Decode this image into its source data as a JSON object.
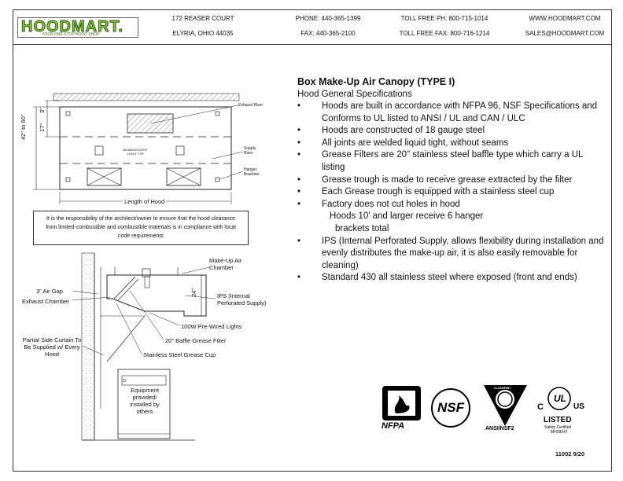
{
  "header": {
    "logo_text": "HOODMART.",
    "logo_tagline": "YOUR ONE STOP HOOD SHOP",
    "address_line1": "172 REASER COURT",
    "address_line2": "ELYRIA, OHIO 44035",
    "phone": "PHONE: 440-365-1399",
    "fax": "FAX: 440-365-2100",
    "tollfree_ph": "TOLL FREE PH: 800-715-1014",
    "tollfree_fax": "TOLL FREE FAX: 800-716-1214",
    "website": "WWW.HOODMART.COM",
    "email": "SALES@HOODMART.COM"
  },
  "spec": {
    "title": "Box Make-Up Air Canopy (TYPE I)",
    "subtitle": "Hood General Specifications",
    "bullet": "•",
    "items": [
      "Hoods are built in accordance with NFPA 96, NSF Specifications and Conforms to UL listed to ANSI / UL and CAN / ULC",
      "Hoods are constructed of 18 gauge steel",
      "All joints are welded liquid tight, without seams",
      "Grease Filters are 20\" stainless steel baffle type which carry a UL listing",
      "Grease trough is made to receive grease extracted by the filter",
      "Each Grease trough is equipped with a stainless steel cup",
      "Factory does not cut holes in hood",
      "IPS (Internal Perforated Supply, allows flexibility during installation and evenly distributes the make-up air, it is also easily removable for cleaning)",
      "Standard 430 all stainless steel where exposed (front and ends)"
    ],
    "continuation_1": "Hoods 10' and larger receive 6 hanger",
    "continuation_2": "brackets total"
  },
  "plan_view": {
    "dim_top": "3\"",
    "dim_mid": "17\"",
    "dim_height": "42\" to 60\"",
    "length_label": "Length of Hood",
    "exhaust_riser": "Exhaust Riser",
    "supply_riser": "Supply Riser",
    "hanger_brackets": "Hanger Brackets",
    "center_text_1": "INCANDESCENT",
    "center_text_2": "LIGHT TYP."
  },
  "note": "It is the responsibility of the architect/owner to ensure that the hood clearance from limited-combustible and combustible materials is in compliance with local code requirements",
  "section_view": {
    "makeup_air_chamber": "Make-Up Air Chamber",
    "air_gap": "3\" Air Gap",
    "exhaust_chamber": "Exhaust Chamber",
    "dim_24": "24\"",
    "ips": "IPS (Internal Perforated Supply)",
    "lights": "100W Pre-Wired Lights",
    "filter": "20\" Baffle Grease Filter",
    "curtain": "Partial Side Curtain To Be Supplied w/ Every Hood",
    "cup": "Stainless Steel Grease Cup",
    "equipment": "Equipment provided/ installed by others"
  },
  "certifications": {
    "nfpa": "NFPA",
    "nsf": "NSF",
    "ansi": "ANSI/NSF2",
    "ul_c": "C",
    "ul_us": "US",
    "ul_listed": "LISTED",
    "ul_sub": "Safety Certified",
    "ul_no": "MH29547",
    "classified": "CLASSIFIED"
  },
  "doc_number": "11002 9/20"
}
